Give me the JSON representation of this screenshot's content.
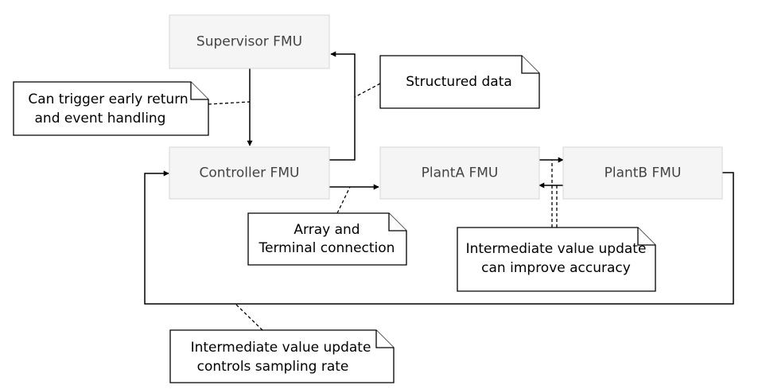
{
  "fmus": {
    "supervisor": "Supervisor FMU",
    "controller": "Controller FMU",
    "planta": "PlantA FMU",
    "plantb": "PlantB FMU"
  },
  "notes": {
    "early_return": [
      "Can trigger early return",
      "and event handling"
    ],
    "structured_data": [
      "Structured data"
    ],
    "array_terminal": [
      "Array and",
      "Terminal connection"
    ],
    "accuracy": [
      "Intermediate value update",
      "can improve accuracy"
    ],
    "sampling": [
      "Intermediate value update",
      "controls sampling rate"
    ]
  }
}
